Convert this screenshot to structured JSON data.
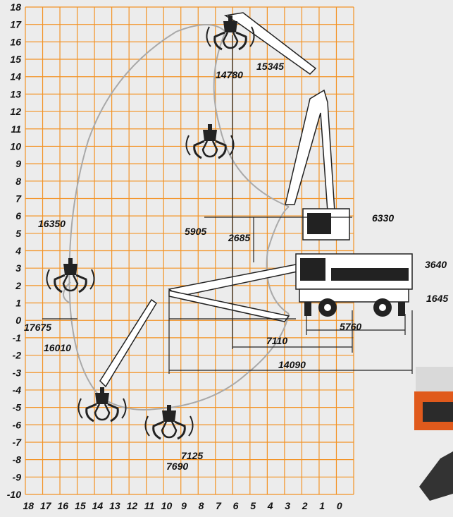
{
  "diagram": {
    "grid_color": "#f39325",
    "background": "#ececec",
    "envelope_color": "#a9a9a9",
    "y_axis_labels": [
      "18",
      "17",
      "16",
      "15",
      "14",
      "13",
      "12",
      "11",
      "10",
      "9",
      "8",
      "7",
      "6",
      "5",
      "4",
      "3",
      "2",
      "1",
      "0",
      "-1",
      "-2",
      "-3",
      "-4",
      "-5",
      "-6",
      "-7",
      "-8",
      "-9",
      "-10"
    ],
    "x_axis_labels": [
      "18",
      "17",
      "16",
      "15",
      "14",
      "13",
      "12",
      "11",
      "10",
      "9",
      "8",
      "7",
      "6",
      "5",
      "4",
      "3",
      "2",
      "1",
      "0"
    ],
    "dimensions": {
      "top_reach": "15345",
      "top_grab": "14780",
      "left_reach": "16350",
      "cab_height": "5905",
      "cab_raise": "2685",
      "cab_top": "6330",
      "body_height": "3640",
      "body_low": "1645",
      "max_radius": "17675",
      "grab_radius": "16010",
      "depth_reach_a": "7125",
      "depth_reach_b": "7690",
      "wheelbase": "5760",
      "mid_radius": "7110",
      "total_length": "14090"
    }
  }
}
